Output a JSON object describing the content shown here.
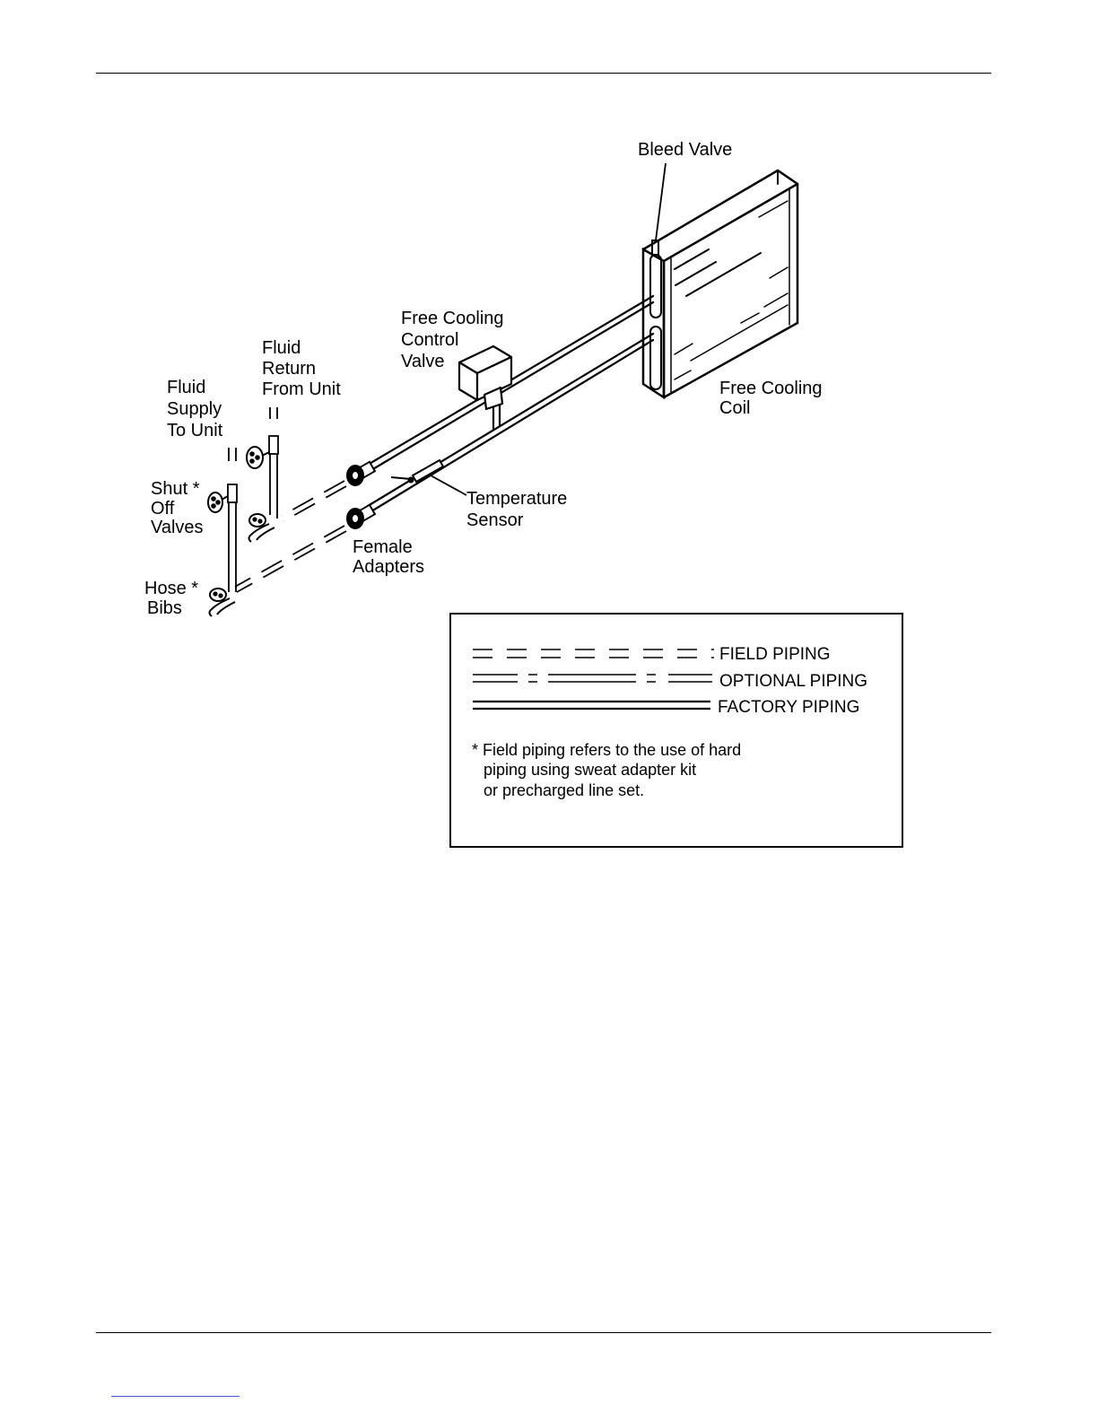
{
  "labels": {
    "bleed_valve": "Bleed Valve",
    "free_cooling_control_valve": [
      "Free Cooling",
      "Control",
      "Valve"
    ],
    "fluid_return": [
      "Fluid",
      "Return",
      "From Unit"
    ],
    "fluid_supply": [
      "Fluid",
      "Supply",
      "To Unit"
    ],
    "free_cooling_coil": [
      "Free Cooling",
      "Coil"
    ],
    "shut_off_valves": [
      "Shut *",
      "Off",
      "Valves"
    ],
    "temperature_sensor": [
      "Temperature",
      "Sensor"
    ],
    "female_adapters": [
      "Female",
      "Adapters"
    ],
    "hose_bibs": [
      "Hose *",
      "Bibs"
    ]
  },
  "legend": {
    "field_piping": "FIELD PIPING",
    "optional_piping": "OPTIONAL PIPING",
    "factory_piping": "FACTORY PIPING",
    "note": [
      "* Field piping refers to the use of hard",
      "piping using sweat adapter kit",
      "or precharged line set."
    ]
  }
}
